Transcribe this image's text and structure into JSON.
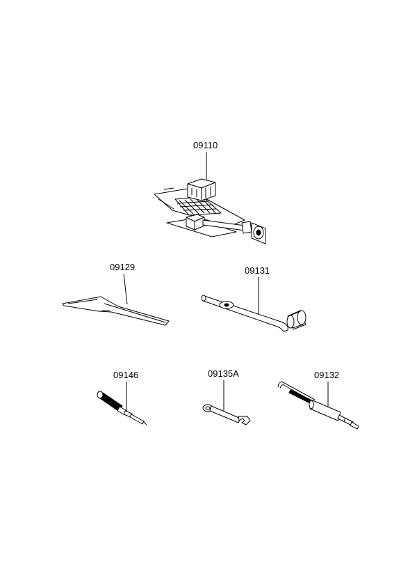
{
  "parts": [
    {
      "id": "jack",
      "label": "09110"
    },
    {
      "id": "jack-handle",
      "label": "09129"
    },
    {
      "id": "wheel-wrench",
      "label": "09131"
    },
    {
      "id": "screwdriver",
      "label": "09146"
    },
    {
      "id": "spanner",
      "label": "09135A"
    },
    {
      "id": "hook-tool",
      "label": "09132"
    }
  ],
  "colors": {
    "line": "#000000",
    "background": "#ffffff"
  }
}
